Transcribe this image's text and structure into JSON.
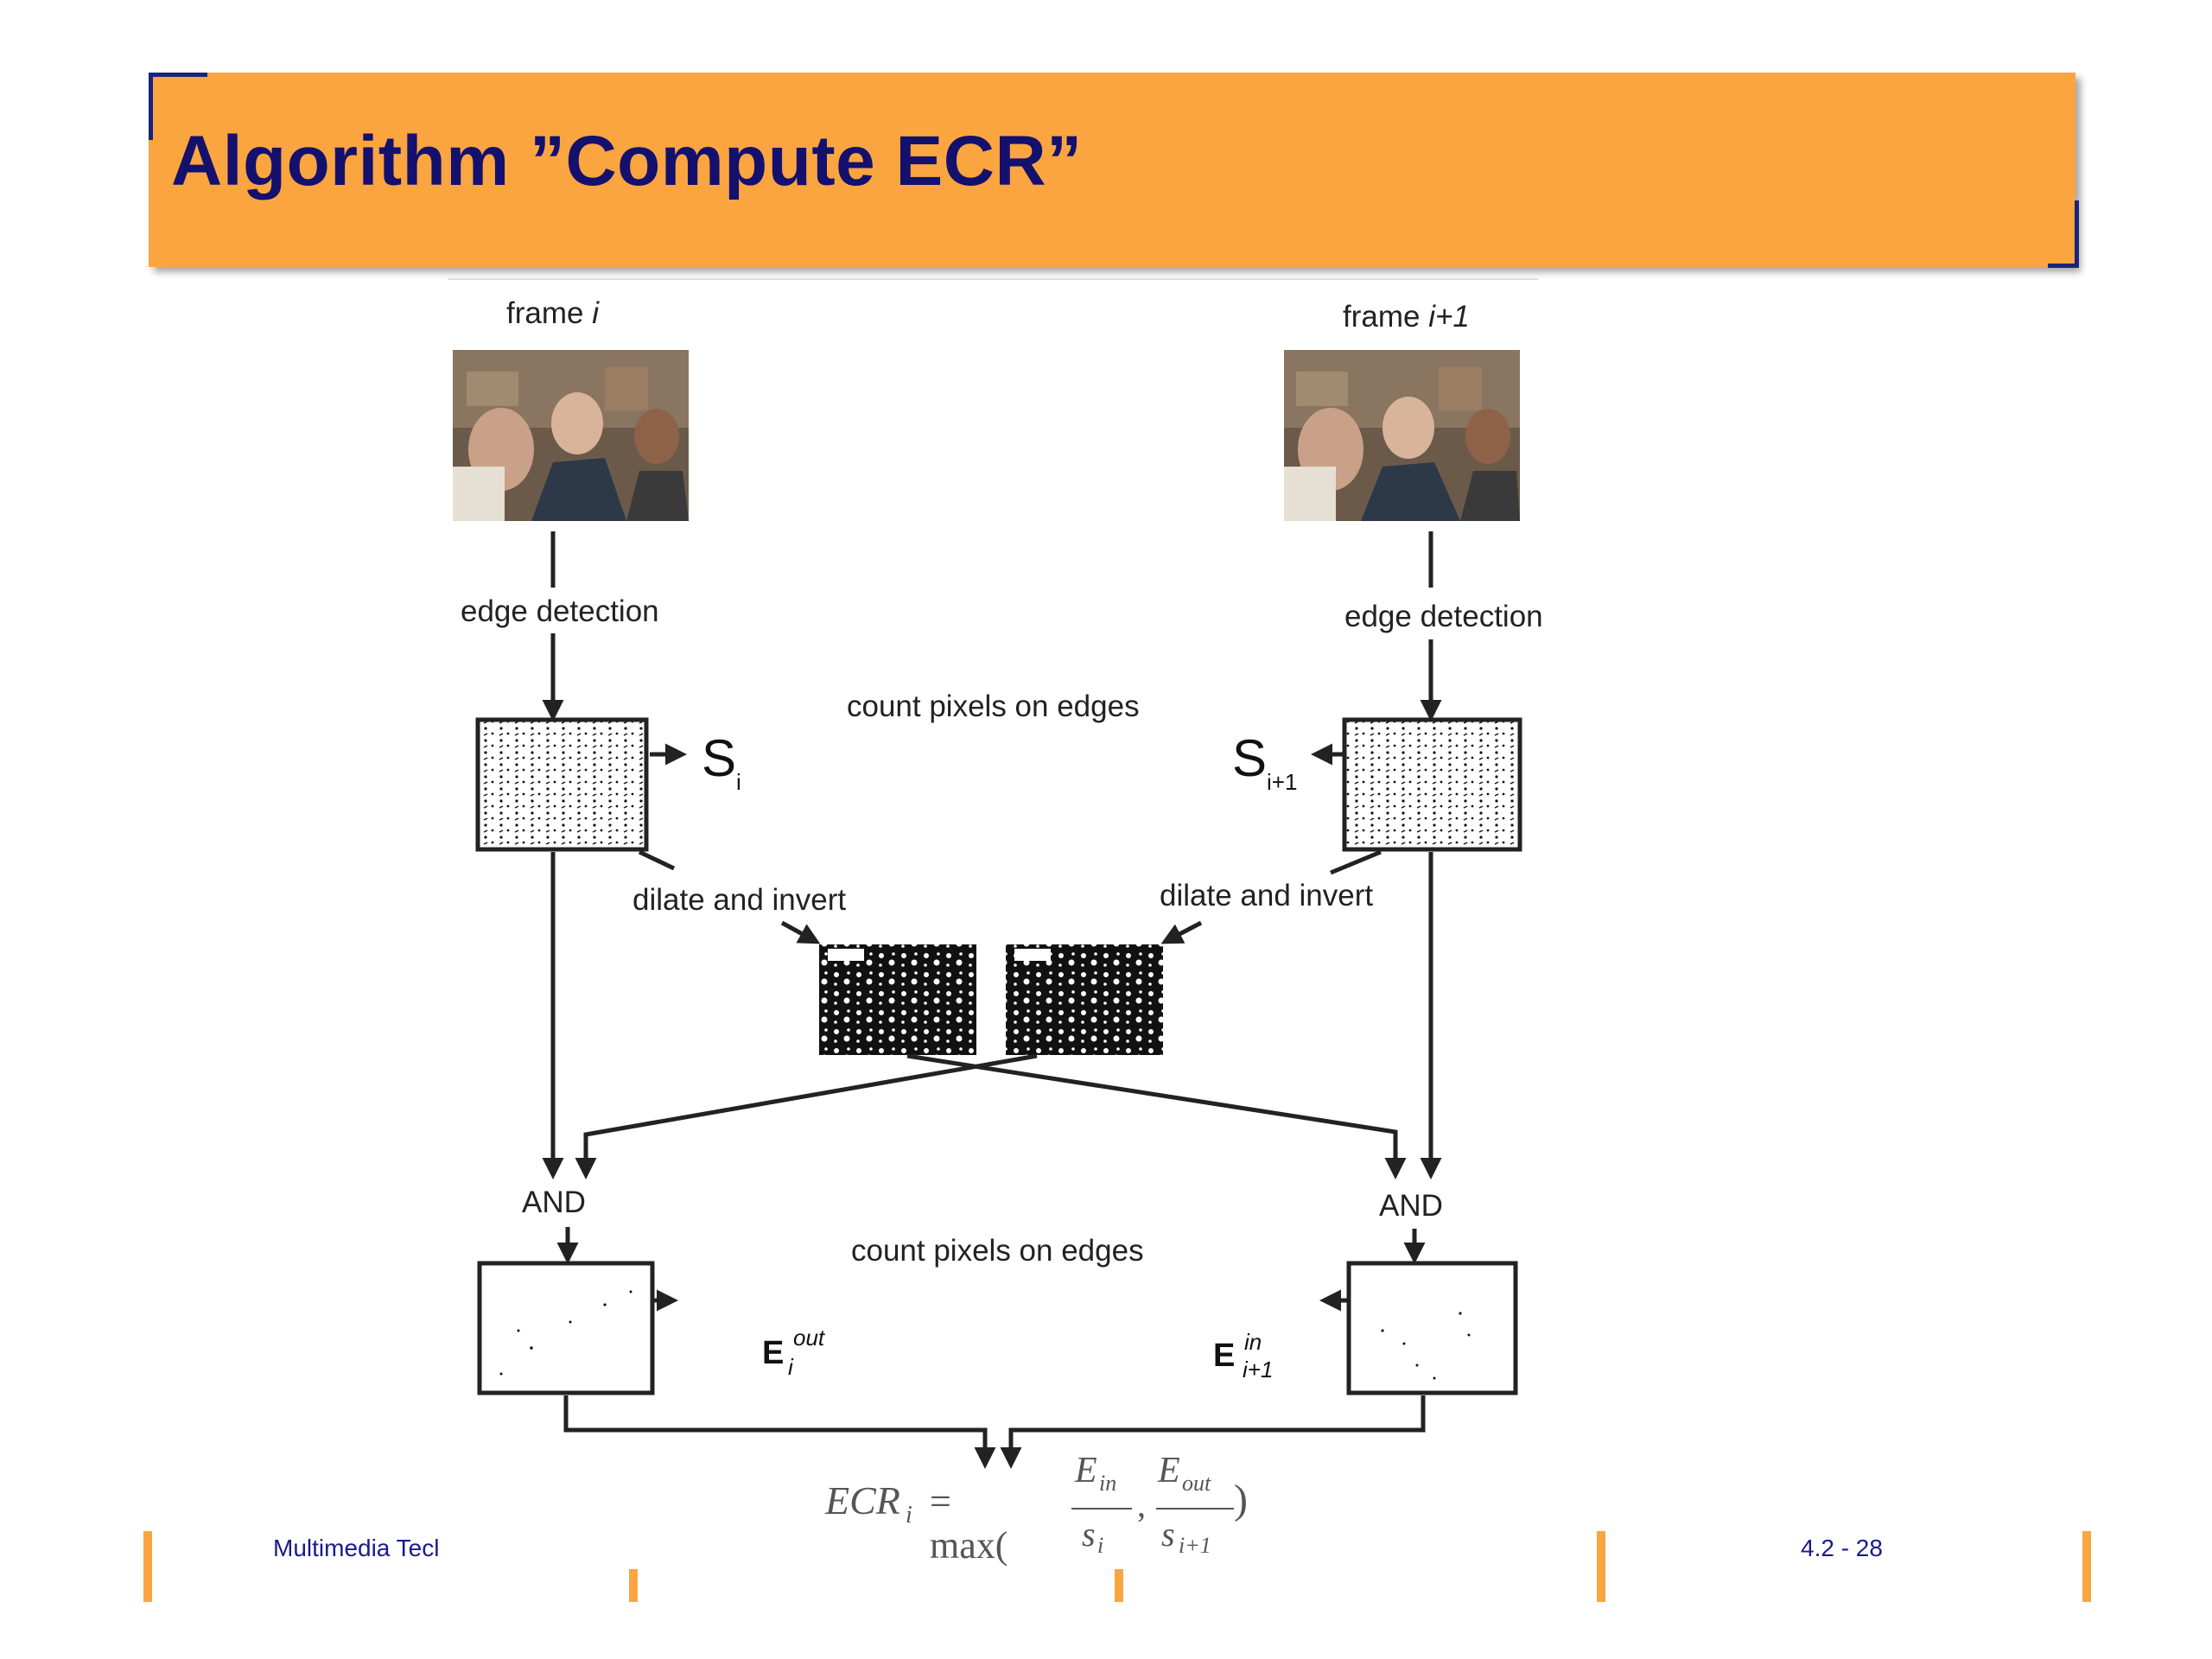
{
  "slide": {
    "title": "Algorithm ”Compute ECR”",
    "footer_left": "Multimedia Tecl",
    "footer_right": "4.2 - 28"
  },
  "diagram": {
    "frame_left": {
      "label": "frame ",
      "index": "i"
    },
    "frame_right": {
      "label": "frame ",
      "index": "i+1"
    },
    "edge_left": "edge detection",
    "edge_right": "edge detection",
    "count_top": "count pixels on edges",
    "count_bottom": "count pixels on edges",
    "s_left": {
      "base": "S",
      "sub": "i"
    },
    "s_right": {
      "base": "S",
      "sub": "i+1"
    },
    "dilate_left": "dilate and invert",
    "dilate_right": "dilate and invert",
    "and_left": "AND",
    "and_right": "AND",
    "e_out": {
      "base": "E",
      "sup": "out",
      "sub": "i"
    },
    "e_in": {
      "base": "E",
      "sup": "in",
      "sub": "i+1"
    },
    "formula": {
      "lhs": "ECR",
      "lhs_sub": "i",
      "eq": "= max(",
      "num1": "E",
      "num1_sub": "in",
      "den1": "s",
      "den1_sub": "i",
      "comma": ",",
      "num2": "E",
      "num2_sub": "out",
      "den2": "s",
      "den2_sub": "i+1",
      "close": ")"
    }
  },
  "colors": {
    "title_bg": "#fba540",
    "title_text": "#14106e",
    "footer_text": "#1a1a8c",
    "accent_bar": "#fba540"
  }
}
